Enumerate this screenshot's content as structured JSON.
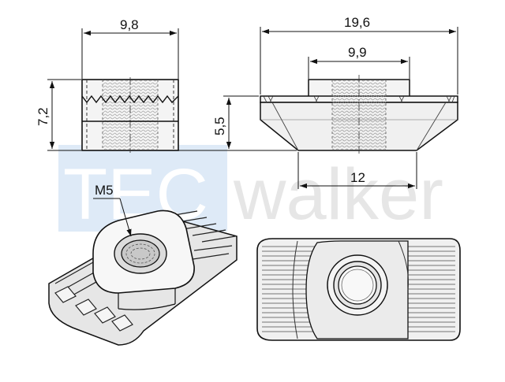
{
  "watermark": {
    "text_tec": "TEC",
    "text_walker": "walker",
    "tec_box_color": "#dbe8f7",
    "tec_text_color": "#ffffff",
    "walker_text_color": "#e4e4e4"
  },
  "dimensions": {
    "front_width": "9,8",
    "front_height": "7,2",
    "side_width": "19,6",
    "side_top_width": "9,9",
    "side_height": "5,5",
    "side_bottom_width": "12"
  },
  "labels": {
    "thread": "M5"
  },
  "colors": {
    "line": "#111111",
    "fill_light": "#f2f2f2",
    "fill_mid": "#d9d9d9",
    "hatch": "#777777"
  }
}
